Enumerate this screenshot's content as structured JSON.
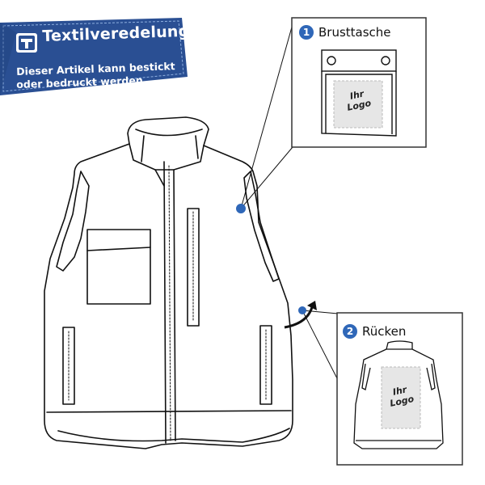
{
  "banner": {
    "title": "Textilveredelung",
    "subtitle_line1": "Dieser Artikel kann bestickt",
    "subtitle_line2": "oder bedruckt werden.",
    "logo_icon": "t-logo-icon",
    "color": "#2a4f93"
  },
  "callouts": [
    {
      "number": "1",
      "label": "Brusttasche",
      "logo_line1": "Ihr",
      "logo_line2": "Logo"
    },
    {
      "number": "2",
      "label": "Rücken",
      "logo_line1": "Ihr",
      "logo_line2": "Logo"
    }
  ],
  "colors": {
    "accent": "#2f67b8",
    "logo_area": "#e6e6e6",
    "outline": "#111111"
  }
}
